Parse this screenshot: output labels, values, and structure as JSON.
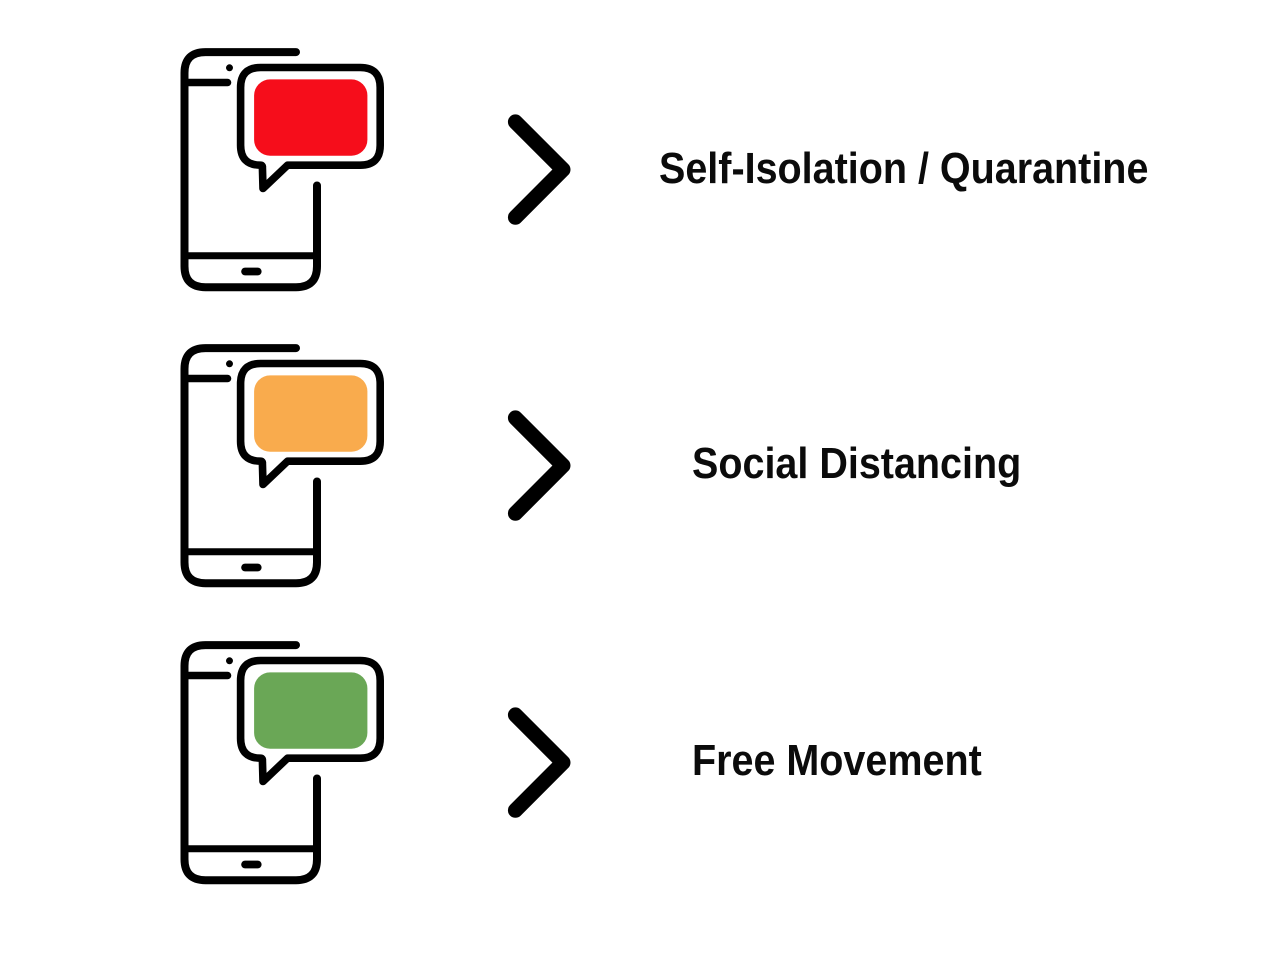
{
  "diagram": {
    "rows": [
      {
        "label": "Self-Isolation / Quarantine",
        "bubble_color": "#f60d1b"
      },
      {
        "label": "Social Distancing",
        "bubble_color": "#f9ab4d"
      },
      {
        "label": "Free Movement",
        "bubble_color": "#6aa756"
      }
    ],
    "colors": {
      "outline": "#000000",
      "background": "#ffffff"
    }
  }
}
